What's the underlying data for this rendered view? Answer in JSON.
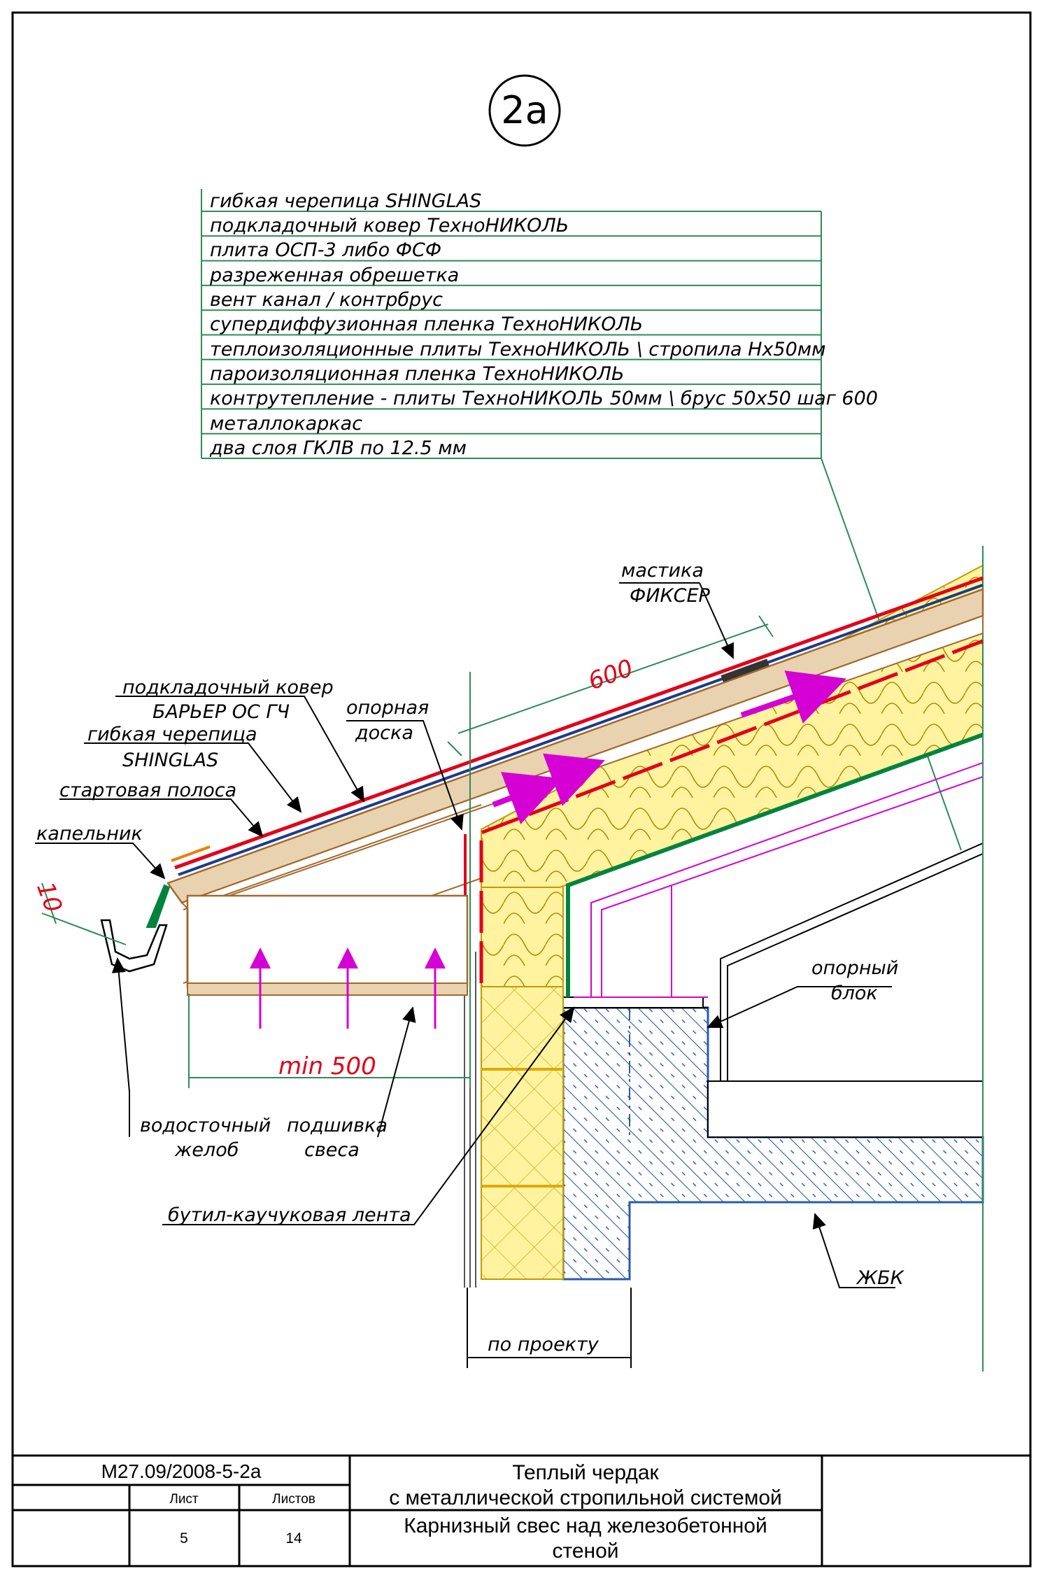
{
  "sheet_mark": "2а",
  "layers": [
    "гибкая черепица SHINGLAS",
    "подкладочный ковер ТехноНИКОЛЬ",
    "плита ОСП-3 либо ФСФ",
    "разреженная обрешетка",
    "вент канал / контрбрус",
    "супердиффузионная пленка ТехноНИКОЛЬ",
    "теплоизоляционные плиты ТехноНИКОЛЬ \\ стропила Нх50мм",
    "пароизоляционная пленка ТехноНИКОЛЬ",
    "контрутепление - плиты ТехноНИКОЛЬ 50мм \\ брус 50х50 шаг 600",
    "металлокаркас",
    "два слоя ГКЛВ по 12.5 мм"
  ],
  "callouts": {
    "mastic_1": "мастика",
    "mastic_2": "ФИКСЕР",
    "underlay_1": "подкладочный ковер",
    "underlay_2": "БАРЬЕР ОС ГЧ",
    "shingle_1": "гибкая черепица",
    "shingle_2": "SHINGLAS",
    "starter": "стартовая полоса",
    "drip": "капельник",
    "support_board_1": "опорная",
    "support_board_2": "доска",
    "support_block_1": "опорный",
    "support_block_2": "блок",
    "gutter_1": "водосточный",
    "gutter_2": "желоб",
    "soffit_1": "подшивка",
    "soffit_2": "свеса",
    "butyl_tape": "бутил-каучуковая лента",
    "concrete": "ЖБК"
  },
  "dimensions": {
    "d600": "600",
    "d10": "10",
    "min500": "min  500",
    "by_project": "по проекту"
  },
  "title_block": {
    "code": "М27.09/2008-5-2а",
    "sheet_label": "Лист",
    "sheets_label": "Листов",
    "sheet_no": "5",
    "sheets_total": "14",
    "title_1": "Теплый чердак",
    "title_2": "с металлической стропильной системой",
    "subtitle_1": "Карнизный свес над железобетонной",
    "subtitle_2": "стеной"
  },
  "colors": {
    "membrane_red": "#e2001a",
    "vapour_green": "#00843d",
    "leader_green": "#2e8b57",
    "wood_brown": "#a0692c",
    "insulation_yellow": "#fff3a0",
    "airflow_magenta": "#d400d4",
    "concrete_blue": "#2a5caa"
  }
}
